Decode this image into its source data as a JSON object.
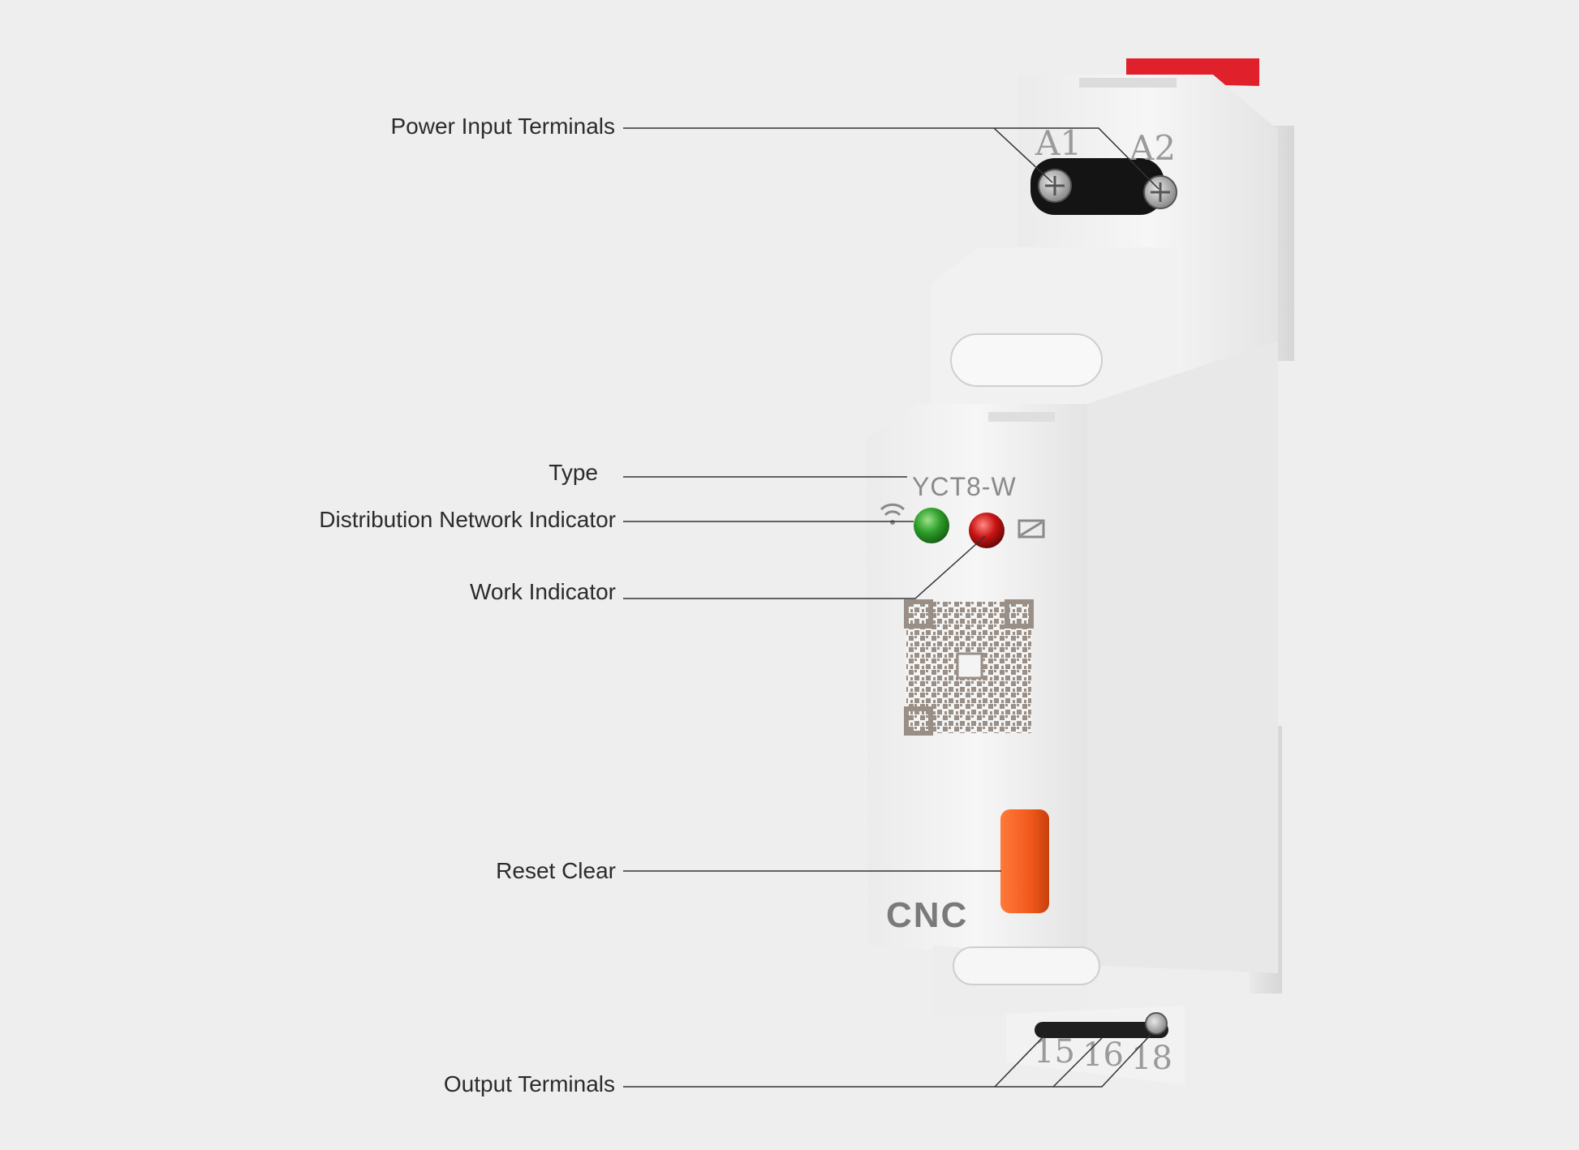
{
  "callouts": {
    "power_input": "Power Input Terminals",
    "type": "Type",
    "distribution_network": "Distribution Network Indicator",
    "work": "Work Indicator",
    "reset": "Reset Clear",
    "output": "Output Terminals"
  },
  "device": {
    "brand": "CNC",
    "model": "YCT8-W",
    "terminals_top": [
      "A1",
      "A2"
    ],
    "terminals_bottom": [
      "15",
      "16",
      "18"
    ],
    "indicators": {
      "network_led_color": "#2e9e2a",
      "work_led_color": "#c81414"
    },
    "colors": {
      "housing": "#f4f4f4",
      "top_tab": "#e0202a",
      "reset_button": "#f25a1c",
      "label_text": "#8a8a8a",
      "qr": "#9a8f86"
    }
  }
}
